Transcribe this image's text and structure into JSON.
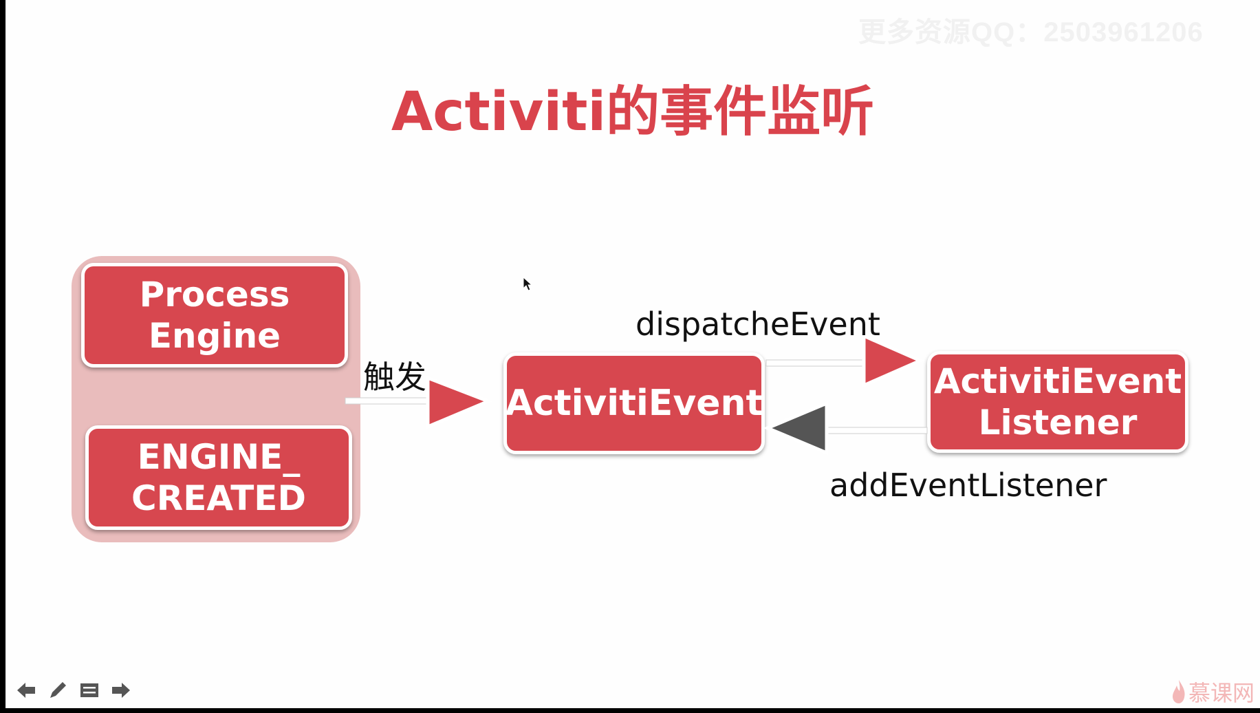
{
  "slide": {
    "watermark": "更多资源QQ：2503961206",
    "title": "Activiti的事件监听"
  },
  "diagram": {
    "nodes": {
      "process_engine": "Process\nEngine",
      "engine_created": "ENGINE_\nCREATED",
      "activiti_event": "ActivitiEvent",
      "activiti_event_listener": "ActivitiEvent\nListener"
    },
    "edges": {
      "trigger": "触发",
      "dispatch": "dispatcheEvent",
      "add_listener": "addEventListener"
    }
  },
  "toolbar": {
    "icons": [
      "arrow-left-icon",
      "pen-icon",
      "menu-icon",
      "arrow-right-icon"
    ]
  },
  "brand": {
    "text": "慕课网"
  },
  "colors": {
    "accent": "#d7474f",
    "title": "#d9434c",
    "group_background": "#e9bcbc",
    "arrow_dark": "#555555"
  }
}
